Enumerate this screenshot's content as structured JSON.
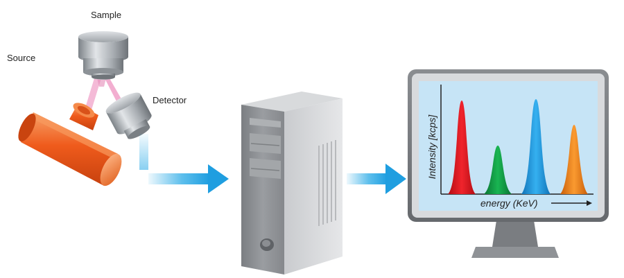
{
  "labels": {
    "source": "Source",
    "sample": "Sample",
    "detector": "Detector"
  },
  "monitor": {
    "y_axis_label": "Intensity [kcps]",
    "x_axis_label": "energy (KeV)",
    "peak_colors": [
      "#e8141e",
      "#13a046",
      "#1e96e6",
      "#f5821e"
    ],
    "screen_color": "#c6e4f6"
  },
  "colors": {
    "flow_arrow": "#27a9e6",
    "source_tube": "#ef5b1c",
    "beam": "#f0a0c8",
    "metal": "#9aa0a6",
    "computer_body": "#8c8f93"
  },
  "icons": [
    "sample-holder-icon",
    "source-tube-icon",
    "detector-icon",
    "computer-tower-icon",
    "monitor-icon",
    "arrow-right-icon"
  ]
}
